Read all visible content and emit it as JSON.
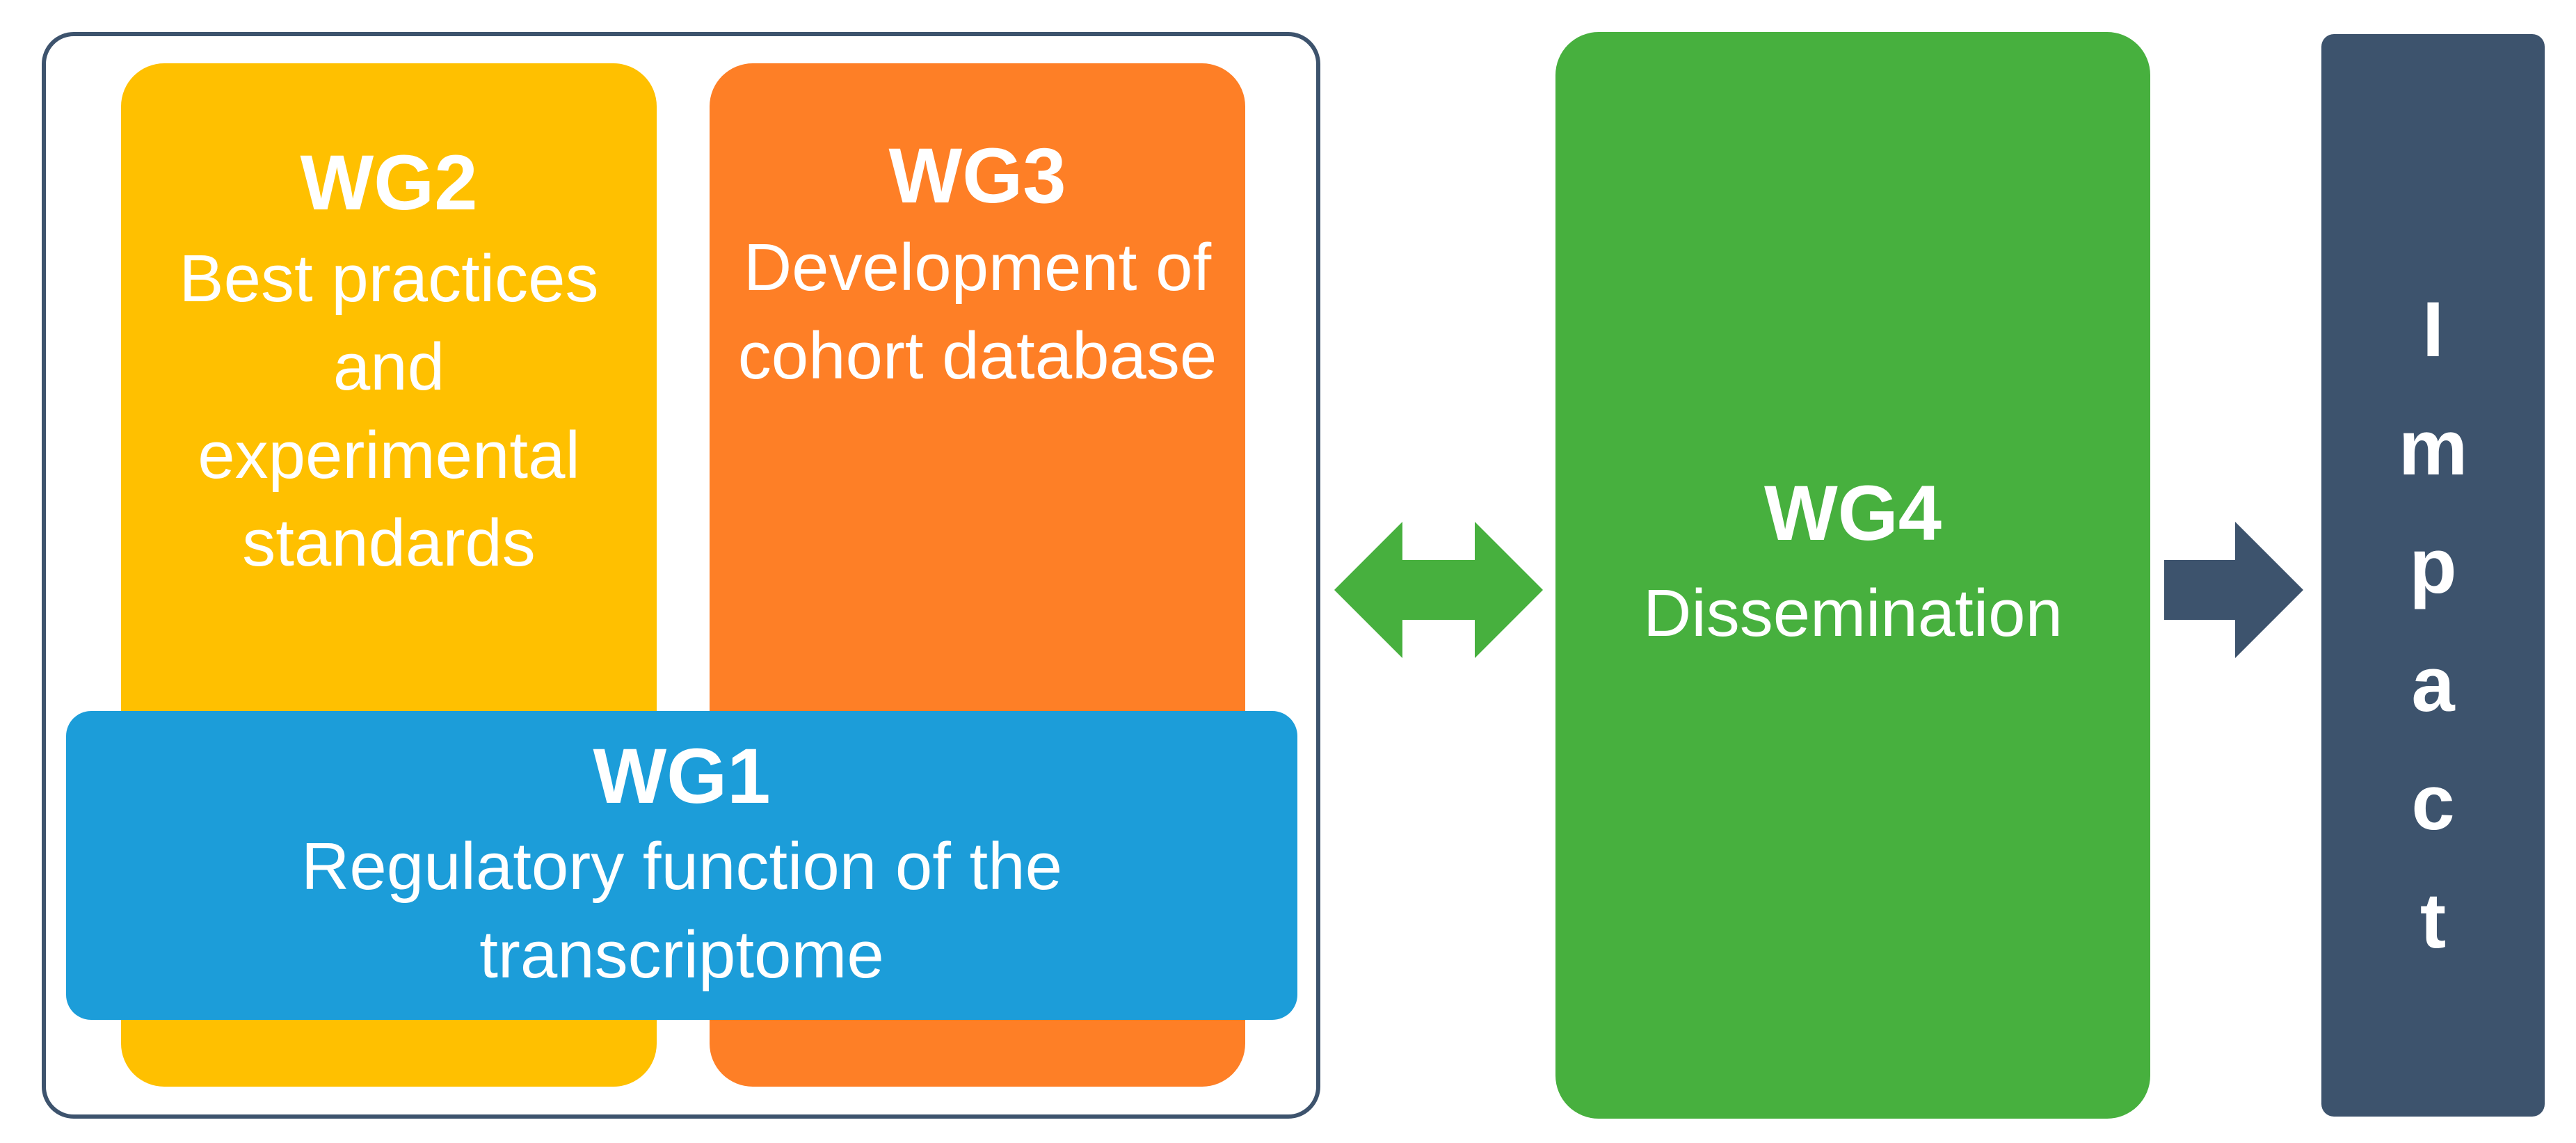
{
  "groups": {
    "wg2": {
      "title": "WG2",
      "description": "Best practices and experimental standards"
    },
    "wg3": {
      "title": "WG3",
      "description": "Development of cohort database"
    },
    "wg1": {
      "title": "WG1",
      "description": "Regulatory function of the transcriptome"
    },
    "wg4": {
      "title": "WG4",
      "description": "Dissemination"
    }
  },
  "impact": {
    "letters": [
      "I",
      "m",
      "p",
      "a",
      "c",
      "t"
    ]
  },
  "colors": {
    "wg2": "#ffc000",
    "wg3": "#fe7f26",
    "wg1": "#1c9dd9",
    "wg4": "#47b03e",
    "impact": "#3d536d",
    "frame": "#3d536d",
    "double_arrow": "#47b03e",
    "impact_arrow": "#3d536d"
  },
  "connectors": [
    {
      "from": "wg1-wg2-wg3-group",
      "to": "wg4",
      "type": "double-arrow"
    },
    {
      "from": "wg4",
      "to": "impact",
      "type": "arrow"
    }
  ]
}
